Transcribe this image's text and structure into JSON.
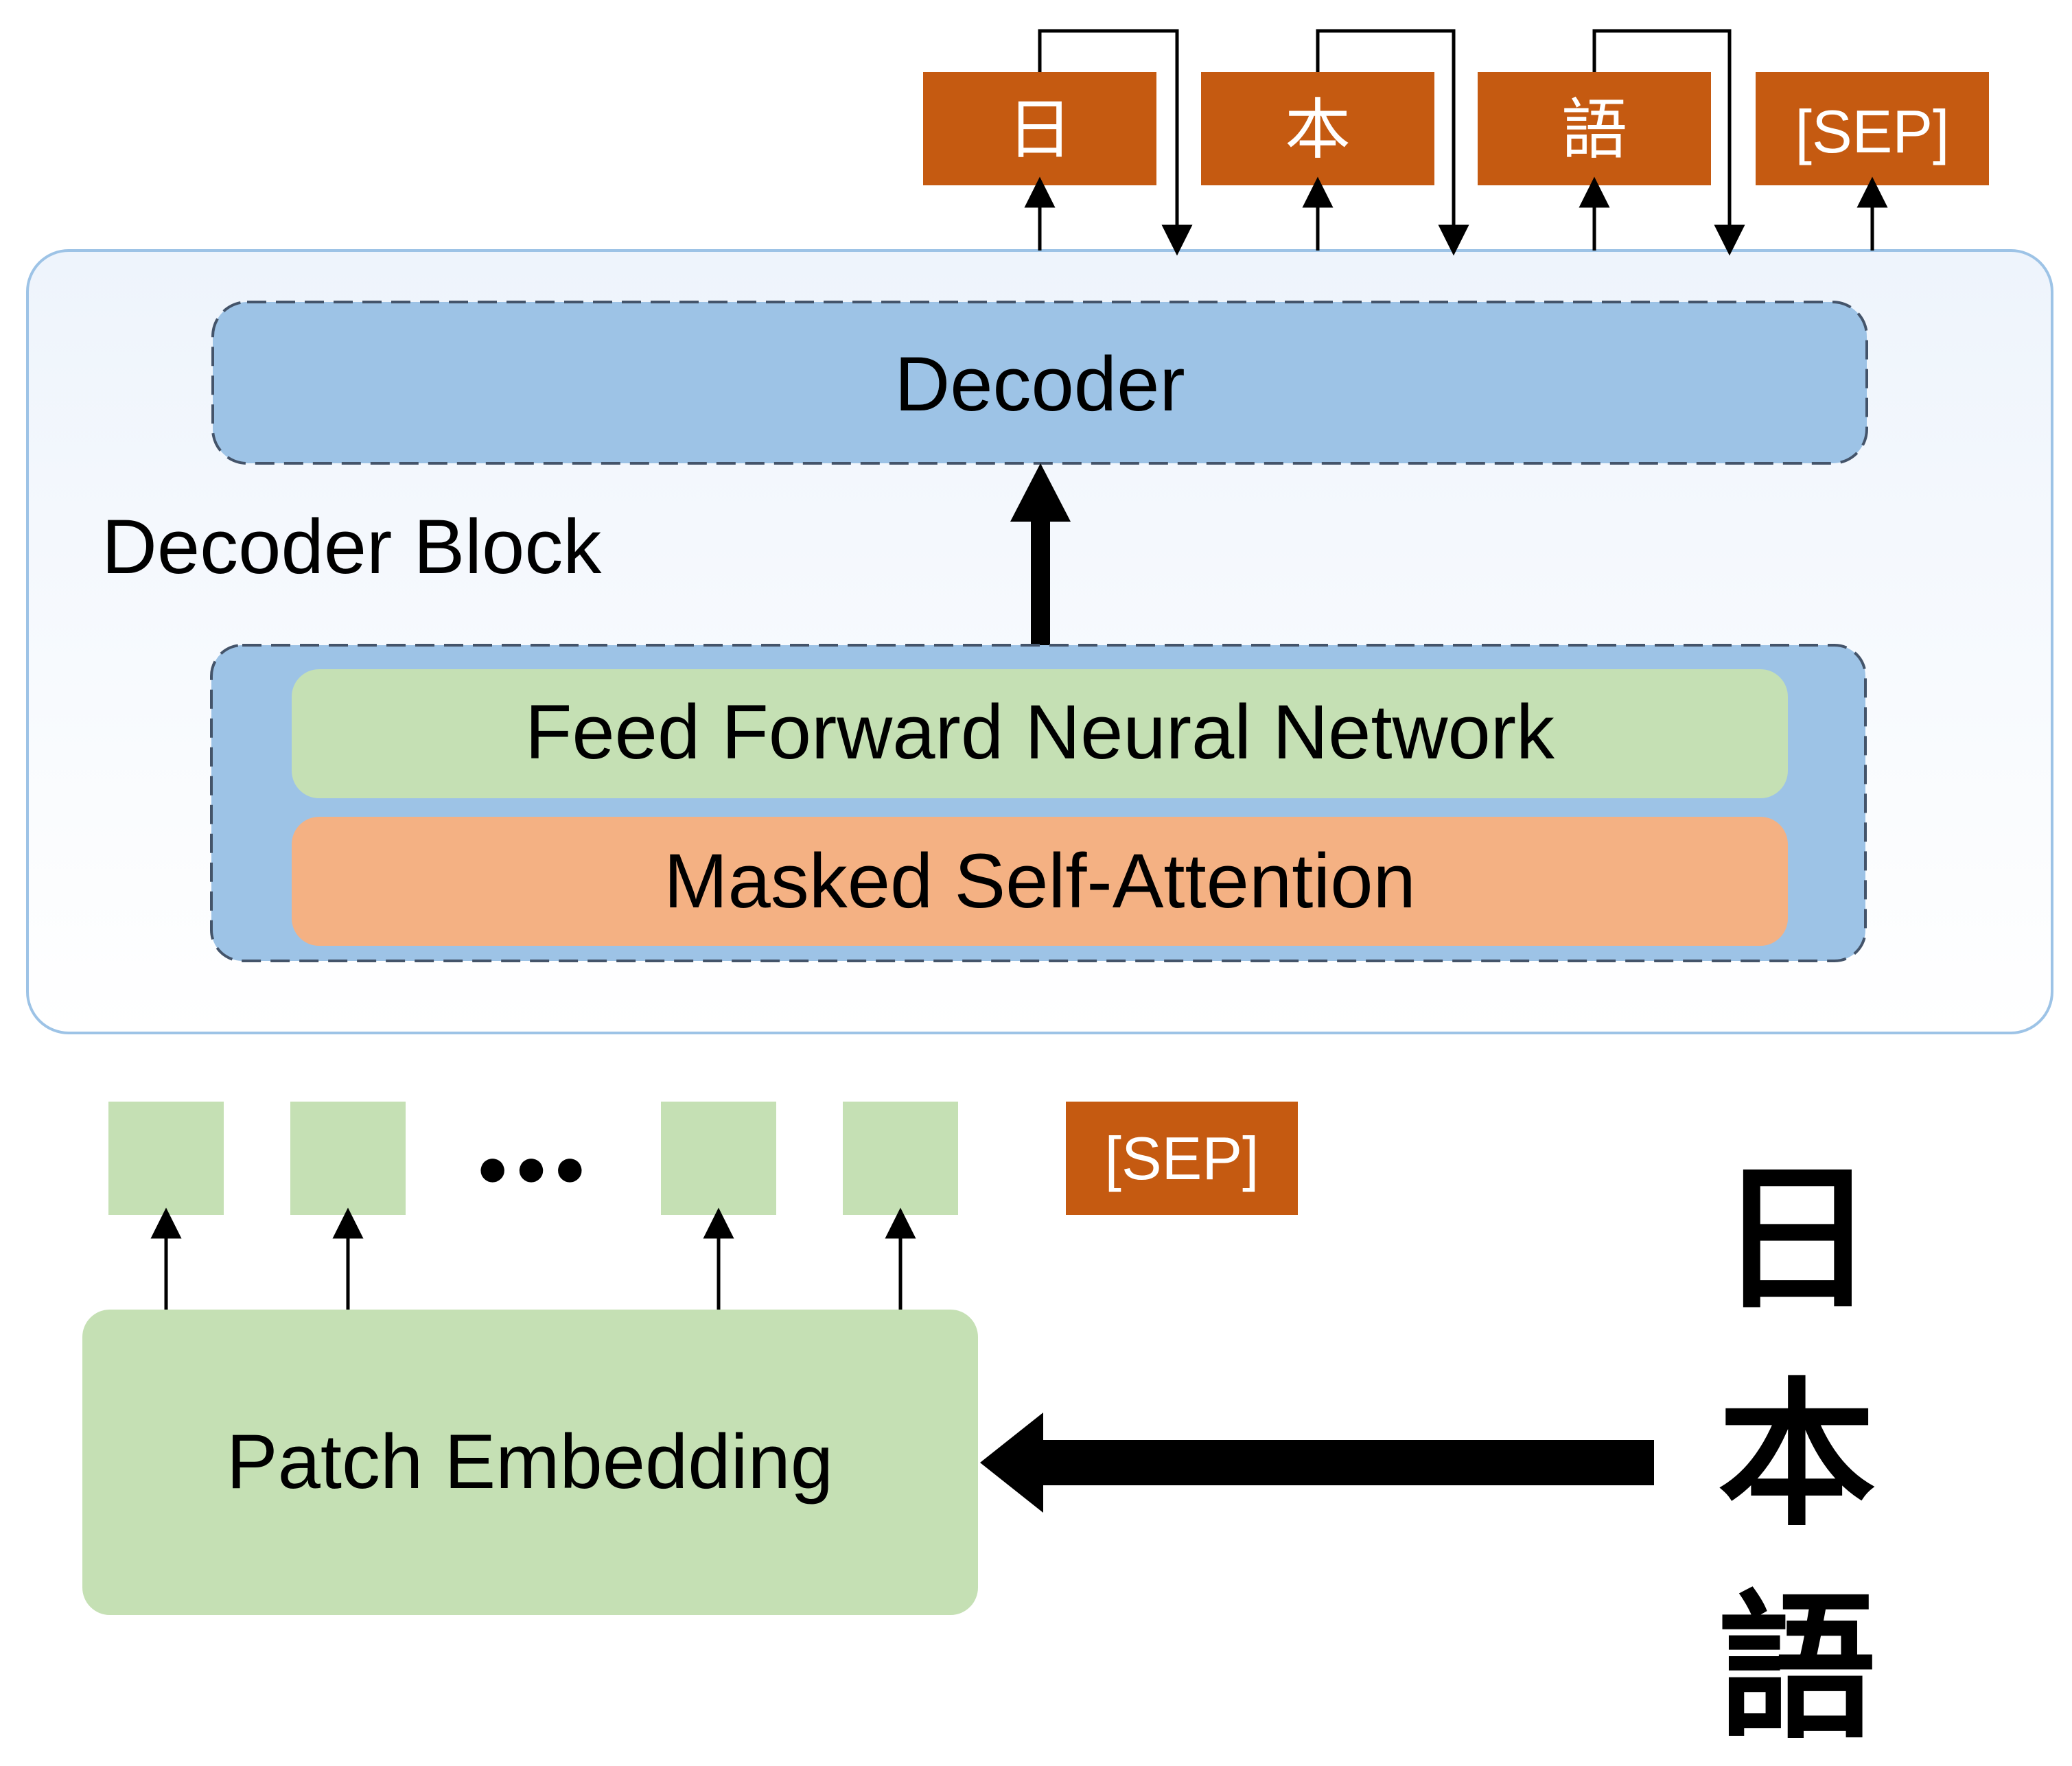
{
  "output_tokens": [
    "日",
    "本",
    "語",
    "[SEP]"
  ],
  "decoder_block": {
    "title": "Decoder Block",
    "decoder_label": "Decoder",
    "ffn_label": "Feed Forward Neural Network",
    "attention_label": "Masked Self-Attention"
  },
  "input": {
    "ellipsis": "●●●",
    "sep_label": "[SEP]",
    "patch_embedding_label": "Patch Embedding",
    "source_text": [
      "日",
      "本",
      "語"
    ]
  },
  "colors": {
    "token_fill": "#C55A11",
    "decoder_fill": "#9DC3E6",
    "ffn_fill": "#C5E0B4",
    "attention_fill": "#F4B183",
    "block_fill": "#F7FAFE",
    "block_stroke": "#9DC3E6",
    "arrow": "#000000",
    "token_text": "#ffffff",
    "label_text": "#000000"
  }
}
